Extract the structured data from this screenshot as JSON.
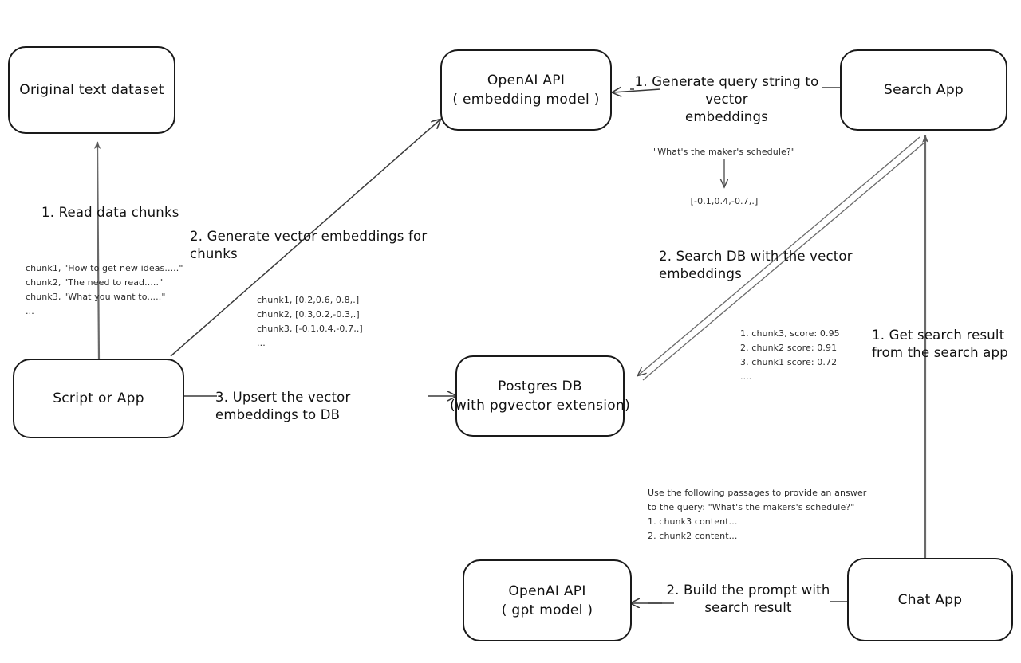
{
  "diagram": {
    "title": "RAG vector search architecture",
    "stroke_color": "#1a1a1a",
    "edge_color": "#5a5a5a",
    "background": "#ffffff"
  },
  "nodes": {
    "original_dataset": {
      "line1": "Original text dataset",
      "line2": ""
    },
    "script_or_app": {
      "line1": "Script or App",
      "line2": ""
    },
    "openai_embedding": {
      "line1": "OpenAI API",
      "line2": "( embedding model )"
    },
    "postgres_db": {
      "line1": "Postgres DB",
      "line2": "(with pgvector extension)"
    },
    "search_app": {
      "line1": "Search App",
      "line2": ""
    },
    "chat_app": {
      "line1": "Chat App",
      "line2": ""
    },
    "openai_gpt": {
      "line1": "OpenAI API",
      "line2": "( gpt model )"
    }
  },
  "edge_labels": {
    "read_data_chunks": "1. Read data chunks",
    "generate_vector_embeddings": "2. Generate vector embeddings for chunks",
    "upsert_to_db": "3. Upsert the vector embeddings  to DB",
    "generate_query_string": "1. Generate query string to vector\nembeddings",
    "search_db": "2. Search DB with the vector embeddings",
    "get_search_result": "1. Get search result\nfrom the search app",
    "build_prompt": "2. Build the prompt with\nsearch result"
  },
  "notes": {
    "chunks_text": "chunk1, \"How to get new ideas.....\"\nchunk2, \"The need to read.....\"\nchunk3, \"What you want to.....\"\n...",
    "chunks_vectors": "chunk1, [0.2,0.6, 0.8,.]\nchunk2, [0.3,0.2,-0.3,.]\nchunk3, [-0.1,0.4,-0.7,.]\n...",
    "query_string": "\"What's the maker's schedule?\"",
    "query_vector": "[-0.1,0.4,-0.7,.]",
    "search_results": "1. chunk3, score: 0.95\n2. chunk2 score: 0.91\n3. chunk1 score: 0.72\n....",
    "prompt_text": "Use the following passages to provide an answer\nto the query: \"What's the makers's schedule?\"\n1. chunk3 content...\n2. chunk2 content..."
  }
}
